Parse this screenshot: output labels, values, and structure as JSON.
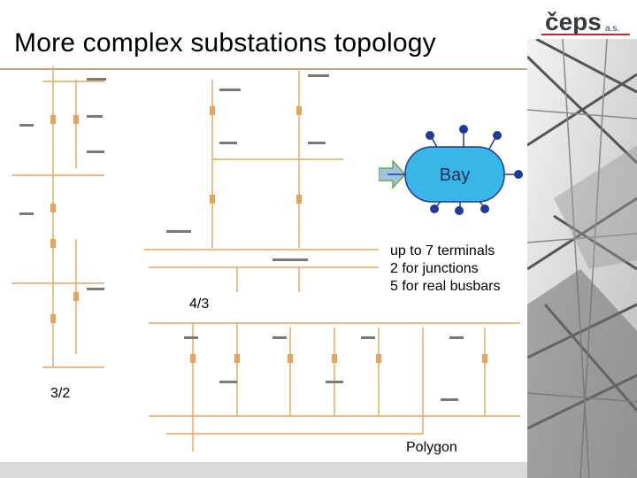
{
  "slide": {
    "title": "More complex substations topology"
  },
  "logo": {
    "text": "čeps",
    "suffix": "a.s."
  },
  "bay": {
    "label": "Bay"
  },
  "terminals": {
    "lines": [
      "up  to 7 terminals",
      "2 for junctions",
      "5 for real busbars"
    ]
  },
  "labels": {
    "four_thirds": "4/3",
    "three_halves": "3/2",
    "polygon": "Polygon"
  },
  "colors": {
    "wire": "#e8a35a",
    "bay_fill": "#38b6e6",
    "terminal": "#1f3a9a",
    "arrow_fill": "#9fc2de",
    "arrow_stroke": "#6aa84f"
  }
}
